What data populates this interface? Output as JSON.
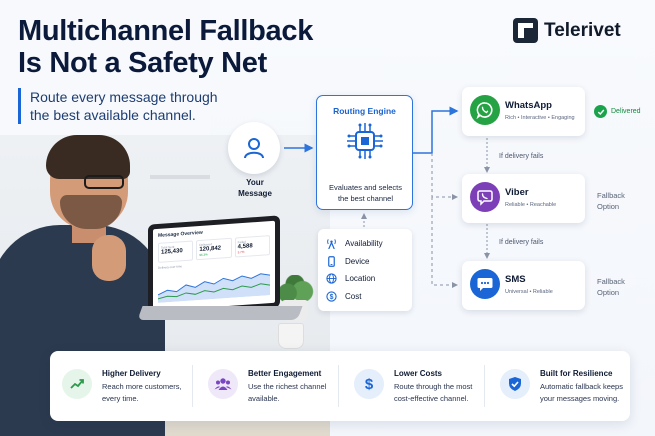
{
  "header": {
    "headline_line1": "Multichannel Fallback",
    "headline_line2": "Is Not a Safety Net",
    "subline_line1": "Route every message through",
    "subline_line2": "the best available channel."
  },
  "logo": {
    "name": "Telerivet",
    "mark": "T"
  },
  "laptop": {
    "title": "Message Overview",
    "stats": [
      {
        "label": "Total Sent",
        "value": "125,430",
        "delta": ""
      },
      {
        "label": "Delivered",
        "value": "120,842",
        "delta": "96.3%"
      },
      {
        "label": "Failed",
        "value": "4,588",
        "delta": "3.7%"
      }
    ],
    "chart_label": "Delivery over time"
  },
  "message": {
    "label_line1": "Your",
    "label_line2": "Message",
    "icon": "user-icon"
  },
  "engine": {
    "title": "Routing Engine",
    "desc_line1": "Evaluates and selects",
    "desc_line2": "the best channel",
    "icon": "chip-icon"
  },
  "factors": [
    {
      "label": "Availability",
      "icon": "signal-tower-icon"
    },
    {
      "label": "Device",
      "icon": "phone-icon"
    },
    {
      "label": "Location",
      "icon": "globe-icon"
    },
    {
      "label": "Cost",
      "icon": "dollar-icon"
    }
  ],
  "channels": [
    {
      "name": "WhatsApp",
      "sub": "Rich • Interactive • Engaging",
      "color": "#25a244",
      "icon": "whatsapp-icon"
    },
    {
      "name": "Viber",
      "sub": "Reliable • Reachable",
      "color": "#7d3fb8",
      "icon": "viber-icon"
    },
    {
      "name": "SMS",
      "sub": "Universal • Reliable",
      "color": "#1a66d6",
      "icon": "sms-icon"
    }
  ],
  "status": {
    "delivered": "Delivered",
    "fallback_line1": "Fallback",
    "fallback_line2": "Option",
    "if_fails": "If delivery fails"
  },
  "benefits": [
    {
      "title": "Higher Delivery",
      "line1": "Reach more customers,",
      "line2": "every time.",
      "icon": "trend-up-icon",
      "color": "#2e9a4e",
      "bg": "#e6f5ea"
    },
    {
      "title": "Better Engagement",
      "line1": "Use the richest channel",
      "line2": "available.",
      "icon": "users-icon",
      "color": "#7a47c2",
      "bg": "#efe8f8"
    },
    {
      "title": "Lower Costs",
      "line1": "Route through the most",
      "line2": "cost-effective channel.",
      "icon": "dollar-icon",
      "color": "#1a66d6",
      "bg": "#e5eefb"
    },
    {
      "title": "Built for Resilience",
      "line1": "Automatic fallback keeps",
      "line2": "your messages moving.",
      "icon": "shield-check-icon",
      "color": "#1a66d6",
      "bg": "#e5eefb"
    }
  ]
}
